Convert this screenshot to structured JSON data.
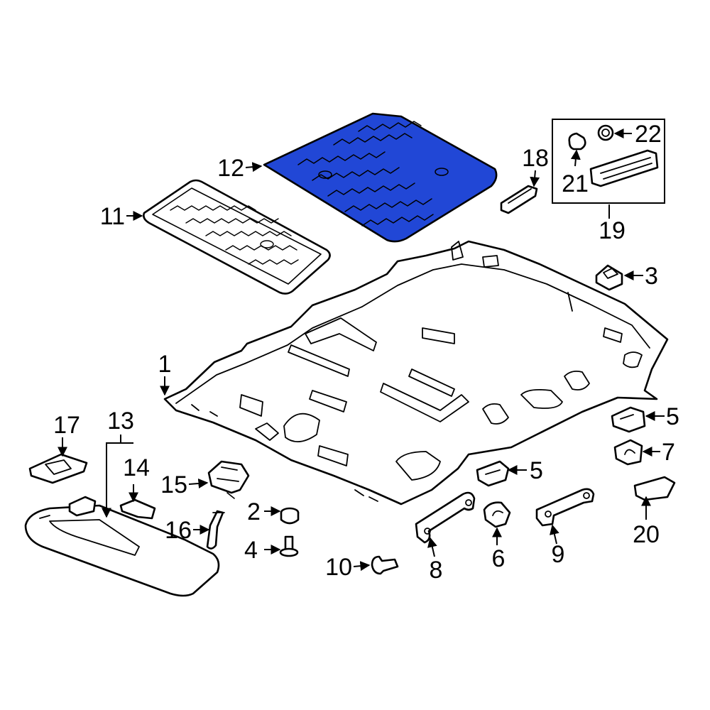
{
  "colors": {
    "highlight": "#2147d6",
    "line": "#000000",
    "background": "#ffffff"
  },
  "highlighted_part": "12",
  "callouts": [
    {
      "id": "c1",
      "label": "1"
    },
    {
      "id": "c2",
      "label": "2"
    },
    {
      "id": "c3",
      "label": "3"
    },
    {
      "id": "c4",
      "label": "4"
    },
    {
      "id": "c5a",
      "label": "5"
    },
    {
      "id": "c5b",
      "label": "5"
    },
    {
      "id": "c6",
      "label": "6"
    },
    {
      "id": "c7",
      "label": "7"
    },
    {
      "id": "c8",
      "label": "8"
    },
    {
      "id": "c9",
      "label": "9"
    },
    {
      "id": "c10",
      "label": "10"
    },
    {
      "id": "c11",
      "label": "11"
    },
    {
      "id": "c12",
      "label": "12"
    },
    {
      "id": "c13",
      "label": "13"
    },
    {
      "id": "c14",
      "label": "14"
    },
    {
      "id": "c15",
      "label": "15"
    },
    {
      "id": "c16",
      "label": "16"
    },
    {
      "id": "c17",
      "label": "17"
    },
    {
      "id": "c18",
      "label": "18"
    },
    {
      "id": "c19",
      "label": "19"
    },
    {
      "id": "c20",
      "label": "20"
    },
    {
      "id": "c21",
      "label": "21"
    },
    {
      "id": "c22",
      "label": "22"
    }
  ]
}
